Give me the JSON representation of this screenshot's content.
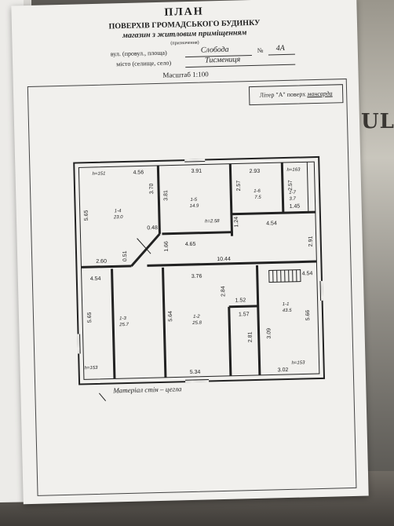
{
  "header": {
    "title": "ПЛАН",
    "subtitle": "ПОВЕРХІВ ГРОМАДСЬКОГО БУДИНКУ",
    "purpose": "магазин з житловим приміщенням",
    "purpose_caption": "(призначення)"
  },
  "address": {
    "street_label": "вул. (провул., площа)",
    "street_value": "Слобода",
    "number_label": "№",
    "number_value": "4А",
    "city_label": "місто (селище, село)",
    "city_value": "Тисмениця"
  },
  "scale": "Масштаб 1:100",
  "litera": {
    "prefix": "Літер \"А\" поверх",
    "floor": "мансарда"
  },
  "plan": {
    "heights": [
      "h=151",
      "h=163",
      "h=2.58",
      "h=153",
      "h=153"
    ],
    "rooms": [
      {
        "id": "1-4",
        "area": "23.0"
      },
      {
        "id": "1-5",
        "area": "14.9"
      },
      {
        "id": "1-6",
        "area": "7.5"
      },
      {
        "id": "1-7",
        "area": "3.7"
      },
      {
        "id": "1-3",
        "area": "25.7"
      },
      {
        "id": "1-2",
        "area": "25.8"
      },
      {
        "id": "1-1",
        "area": "43.5"
      }
    ],
    "dims": [
      "4.56",
      "3.91",
      "2.93",
      "3.70",
      "3.81",
      "2.57",
      "2.57",
      "1.45",
      "5.65",
      "0.48",
      "4.54",
      "1.24",
      "4.65",
      "2.91",
      "1.66",
      "0.51",
      "2.60",
      "10.44",
      "4.54",
      "3.76",
      "4.54",
      "2.84",
      "1.52",
      "5.65",
      "5.64",
      "1.57",
      "5.66",
      "3.09",
      "2.81",
      "5.34",
      "3.02"
    ]
  },
  "material": "Матеріал стін – цегла"
}
